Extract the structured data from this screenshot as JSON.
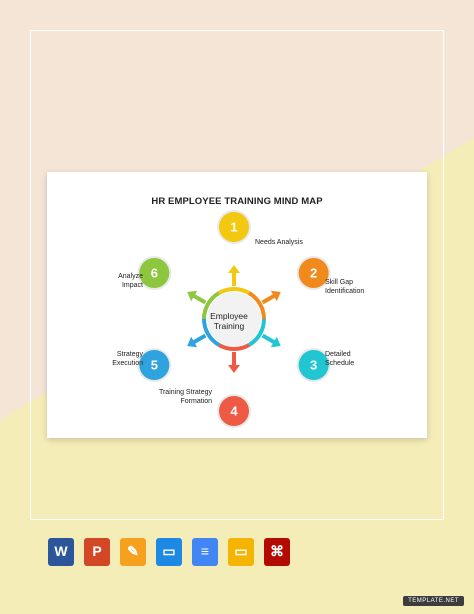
{
  "diagram": {
    "title": "HR EMPLOYEE TRAINING MIND MAP",
    "center": "Employee Training",
    "nodes": [
      {
        "number": "1",
        "label": "Needs Analysis",
        "color": "#F2C811"
      },
      {
        "number": "2",
        "label": "Skill Gap Identification",
        "color": "#F08A1D"
      },
      {
        "number": "3",
        "label": "Detailed Schedule",
        "color": "#22C6D2"
      },
      {
        "number": "4",
        "label": "Training Strategy Formation",
        "color": "#EE5A43"
      },
      {
        "number": "5",
        "label": "Strategy Execution",
        "color": "#2FA3DD"
      },
      {
        "number": "6",
        "label": "Analyze Impact",
        "color": "#8DC63F"
      }
    ],
    "center_ring_colors": [
      "#F2C811",
      "#F08A1D",
      "#22C6D2",
      "#EE5A43",
      "#2FA3DD",
      "#8DC63F"
    ]
  },
  "app_icons": [
    {
      "name": "word-icon",
      "glyph": "W",
      "color": "#2B579A"
    },
    {
      "name": "powerpoint-icon",
      "glyph": "P",
      "color": "#D24726"
    },
    {
      "name": "pages-icon",
      "glyph": "✎",
      "color": "#F6A11E"
    },
    {
      "name": "keynote-icon",
      "glyph": "▭",
      "color": "#1E88E5"
    },
    {
      "name": "google-docs-icon",
      "glyph": "≡",
      "color": "#4285F4"
    },
    {
      "name": "google-slides-icon",
      "glyph": "▭",
      "color": "#F4B400"
    },
    {
      "name": "pdf-icon",
      "glyph": "⌘",
      "color": "#B30B00"
    }
  ],
  "watermark": "TEMPLATE.NET",
  "background": {
    "top": "#F4E5D7",
    "bottom": "#F5EDB7"
  }
}
